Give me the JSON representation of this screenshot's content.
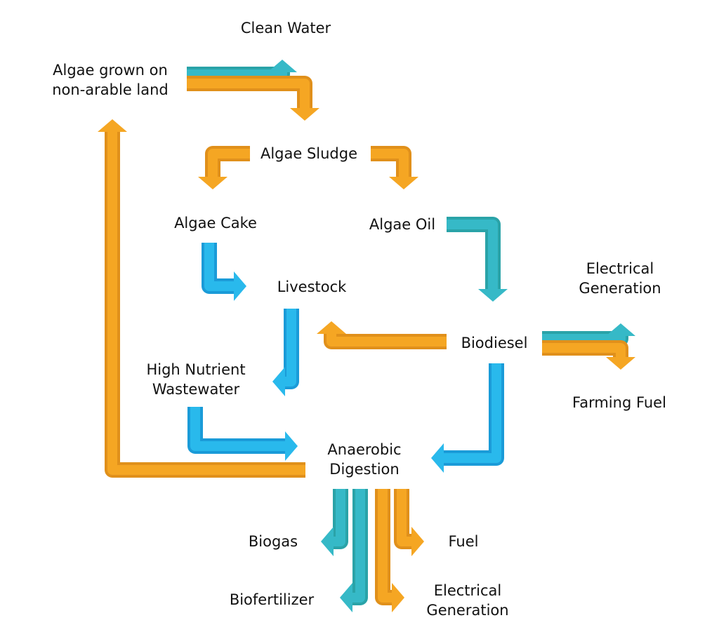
{
  "colors": {
    "orange": "#f5a623",
    "orange_dark": "#e0901b",
    "teal": "#36b9c7",
    "teal_dark": "#2aa3a8",
    "blue": "#29b9ec",
    "blue_dark": "#1a9bd8",
    "text": "#111111"
  },
  "nodes": {
    "clean_water": {
      "lines": [
        "Clean Water"
      ]
    },
    "algae_grown": {
      "lines": [
        "Algae grown on",
        "non-arable land"
      ]
    },
    "algae_sludge": {
      "lines": [
        "Algae Sludge"
      ]
    },
    "algae_cake": {
      "lines": [
        "Algae Cake"
      ]
    },
    "algae_oil": {
      "lines": [
        "Algae Oil"
      ]
    },
    "livestock": {
      "lines": [
        "Livestock"
      ]
    },
    "electrical_generation_top": {
      "lines": [
        "Electrical",
        "Generation"
      ]
    },
    "biodiesel": {
      "lines": [
        "Biodiesel"
      ]
    },
    "farming_fuel": {
      "lines": [
        "Farming Fuel"
      ]
    },
    "high_nutrient_wastewater": {
      "lines": [
        "High Nutrient",
        "Wastewater"
      ]
    },
    "anaerobic_digestion": {
      "lines": [
        "Anaerobic",
        "Digestion"
      ]
    },
    "biogas": {
      "lines": [
        "Biogas"
      ]
    },
    "fuel": {
      "lines": [
        "Fuel"
      ]
    },
    "biofertilizer": {
      "lines": [
        "Biofertilizer"
      ]
    },
    "electrical_generation_bottom": {
      "lines": [
        "Electrical",
        "Generation"
      ]
    }
  },
  "edges": [
    {
      "from": "algae_grown",
      "to": "clean_water",
      "color": "teal"
    },
    {
      "from": "algae_grown",
      "to": "algae_sludge",
      "color": "orange"
    },
    {
      "from": "algae_sludge",
      "to": "algae_cake",
      "color": "orange"
    },
    {
      "from": "algae_sludge",
      "to": "algae_oil",
      "color": "orange"
    },
    {
      "from": "algae_cake",
      "to": "livestock",
      "color": "blue"
    },
    {
      "from": "algae_oil",
      "to": "biodiesel",
      "color": "teal"
    },
    {
      "from": "biodiesel",
      "to": "livestock",
      "color": "orange"
    },
    {
      "from": "biodiesel",
      "to": "electrical_generation_top",
      "color": "teal"
    },
    {
      "from": "biodiesel",
      "to": "farming_fuel",
      "color": "orange"
    },
    {
      "from": "livestock",
      "to": "high_nutrient_wastewater",
      "color": "blue"
    },
    {
      "from": "high_nutrient_wastewater",
      "to": "anaerobic_digestion",
      "color": "blue"
    },
    {
      "from": "biodiesel",
      "to": "anaerobic_digestion",
      "color": "blue"
    },
    {
      "from": "anaerobic_digestion",
      "to": "algae_grown",
      "color": "orange"
    },
    {
      "from": "anaerobic_digestion",
      "to": "biogas",
      "color": "teal"
    },
    {
      "from": "anaerobic_digestion",
      "to": "biofertilizer",
      "color": "teal"
    },
    {
      "from": "anaerobic_digestion",
      "to": "fuel",
      "color": "orange"
    },
    {
      "from": "anaerobic_digestion",
      "to": "electrical_generation_bottom",
      "color": "orange"
    }
  ]
}
